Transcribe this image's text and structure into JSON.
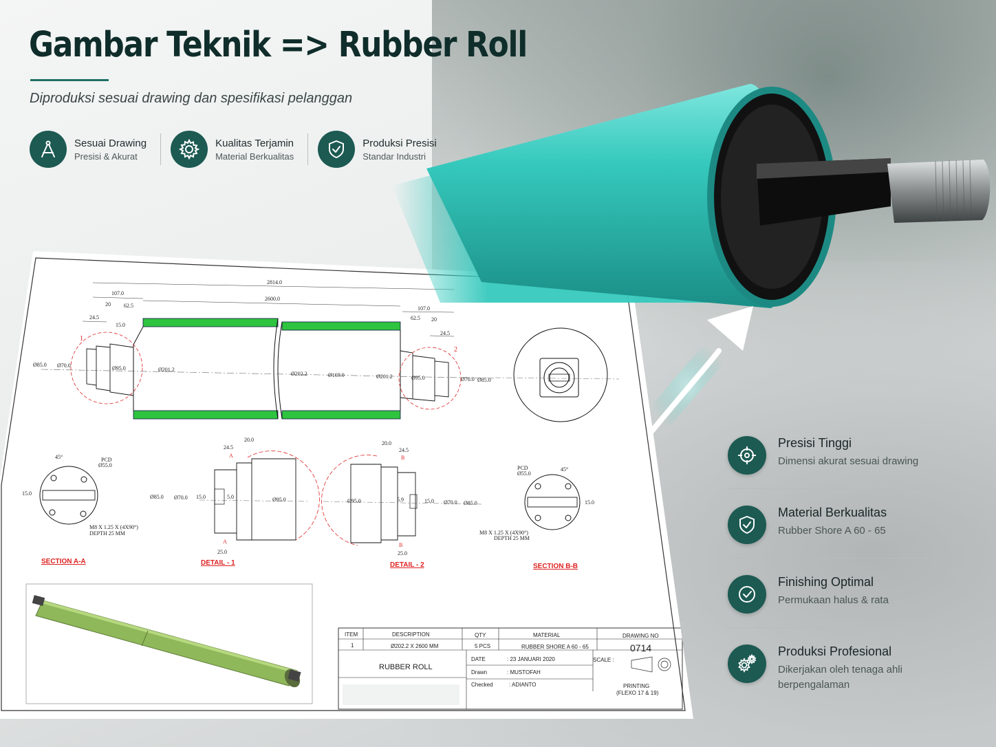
{
  "header": {
    "title": "Gambar Teknik => Rubber Roll",
    "subtitle": "Diproduksi sesuai drawing  dan spesifikasi pelanggan"
  },
  "top_features": [
    {
      "icon": "compass-icon",
      "title": "Sesuai Drawing",
      "desc": "Presisi & Akurat"
    },
    {
      "icon": "gear-icon",
      "title": "Kualitas Terjamin",
      "desc": "Material Berkualitas"
    },
    {
      "icon": "shield-check-icon",
      "title": "Produksi Presisi",
      "desc": "Standar Industri"
    }
  ],
  "right_features": [
    {
      "icon": "target-icon",
      "title": "Presisi Tinggi",
      "desc": "Dimensi akurat sesuai drawing"
    },
    {
      "icon": "shield-check-icon",
      "title": "Material Berkualitas",
      "desc": "Rubber Shore A 60 - 65"
    },
    {
      "icon": "check-circle-icon",
      "title": "Finishing Optimal",
      "desc": "Permukaan halus & rata"
    },
    {
      "icon": "gears-icon",
      "title": "Produksi Profesional",
      "desc": "Dikerjakan oleh tenaga ahli berpengalaman"
    }
  ],
  "drawing": {
    "dims": {
      "overall": "2814.0",
      "body": "2600.0",
      "l107": "107.0",
      "l20": "20",
      "l625": "62.5",
      "l245": "24.5",
      "l15": "15.0",
      "r107": "107.0",
      "r625": "62.5",
      "r20": "20",
      "r245": "24.5",
      "d85": "Ø85.0",
      "d70": "Ø70.0",
      "d95": "Ø95.0",
      "d2012": "Ø201.2",
      "d2022": "Ø202.2",
      "d169": "Ø169.0",
      "d950": "Ø95.0",
      "d700": "Ø70.0",
      "d850": "Ø85.0",
      "mark1": "1",
      "mark2": "2"
    },
    "section_aa": {
      "label": "SECTION  A-A",
      "angle": "45°",
      "pcd": "PCD",
      "pcd_val": "Ø55.0",
      "h": "15.0",
      "note1": "M8 X 1.25 X (4X90°)",
      "note2": "DEPTH 25 MM"
    },
    "detail1": {
      "label": "DETAIL - 1",
      "d245": "24.5",
      "d20": "20.0",
      "d85": "Ø85.0",
      "d70": "Ø70.0",
      "d15": "15.0",
      "d5": "5.0",
      "d95": "Ø95.0",
      "d25": "25.0",
      "tagA": "A"
    },
    "detail2": {
      "label": "DETAIL - 2",
      "d20": "20.0",
      "d245": "24.5",
      "d95": "Ø95.0",
      "d59": "5.9",
      "d15": "15.0",
      "d70": "Ø70.0",
      "d85": "Ø85.0",
      "d25": "25.0",
      "tagB": "B"
    },
    "section_bb": {
      "label": "SECTION  B-B",
      "pcd": "PCD",
      "pcd_val": "Ø55.0",
      "angle": "45°",
      "h": "15.0",
      "note1": "M8 X 1.25 X (4X90°)",
      "note2": "DEPTH 25 MM"
    },
    "title_block": {
      "h_item": "ITEM",
      "h_desc": "DESCRIPTION",
      "h_qty": "QTY",
      "h_mat": "MATERIAL",
      "h_dwg": "DRAWING NO",
      "item": "1",
      "desc": "Ø202.2 X 2600  MM",
      "qty": "5 PCS",
      "material": "RUBBER SHORE A 60 - 65",
      "drawing_no": "0714",
      "part_name": "RUBBER ROLL",
      "date_label": "DATE",
      "date": ": 23 JANUARI 2020",
      "drawn_label": "Drawn",
      "drawn": ": MUSTOFAH",
      "checked_label": "Checked",
      "checked": ": ADIANTO",
      "scale_label": "SCALE :",
      "note1": "PRINTING",
      "note2": "(FLEXO 17 & 19)"
    }
  },
  "colors": {
    "brand": "#1c5a52",
    "accent": "#2fc9bf",
    "rubber_green": "#2fc43f"
  }
}
